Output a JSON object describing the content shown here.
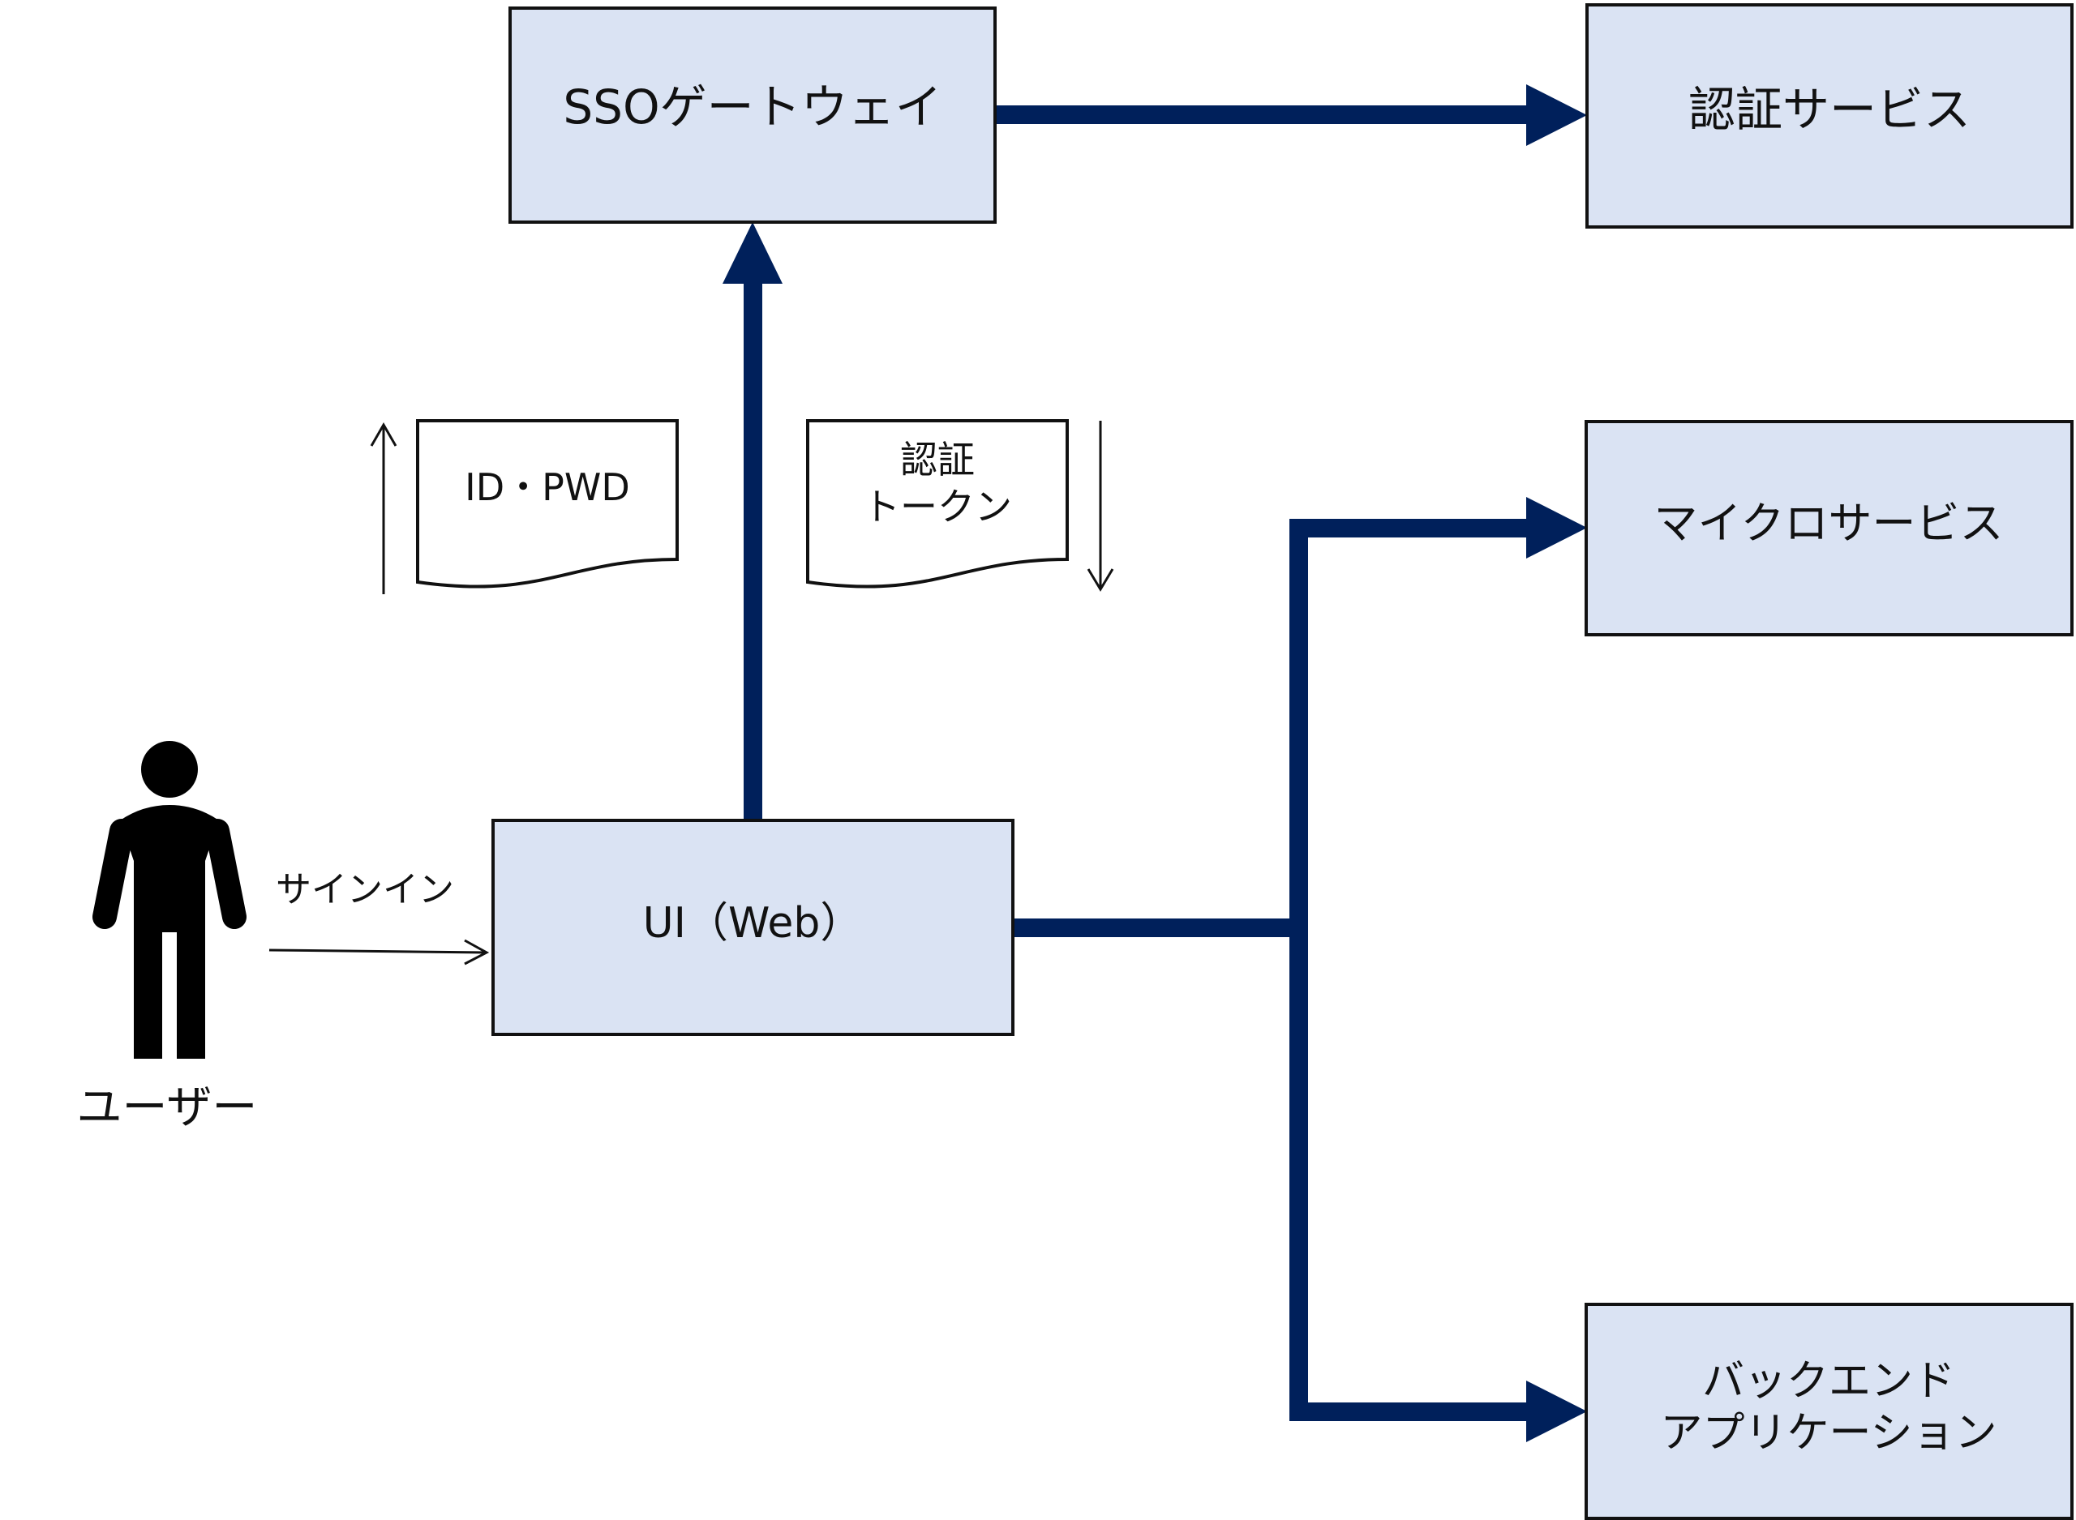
{
  "colors": {
    "box_fill": "#dae3f3",
    "box_stroke": "#111111",
    "connector": "#00205b",
    "text": "#111111",
    "background": "#ffffff"
  },
  "nodes": {
    "sso_gateway": {
      "label": "SSOゲートウェイ"
    },
    "auth_service": {
      "label": "認証サービス"
    },
    "microservice": {
      "label": "マイクロサービス"
    },
    "backend_app": {
      "label_line1": "バックエンド",
      "label_line2": "アプリケーション"
    },
    "ui_web": {
      "label": "UI（Web）"
    },
    "user": {
      "label": "ユーザー",
      "icon": "person-icon"
    }
  },
  "documents": {
    "credentials": {
      "label": "ID・PWD",
      "flow": "up"
    },
    "auth_token": {
      "label_line1": "認証",
      "label_line2": "トークン",
      "flow": "down"
    }
  },
  "edges": {
    "signin": {
      "label": "サインイン"
    }
  }
}
